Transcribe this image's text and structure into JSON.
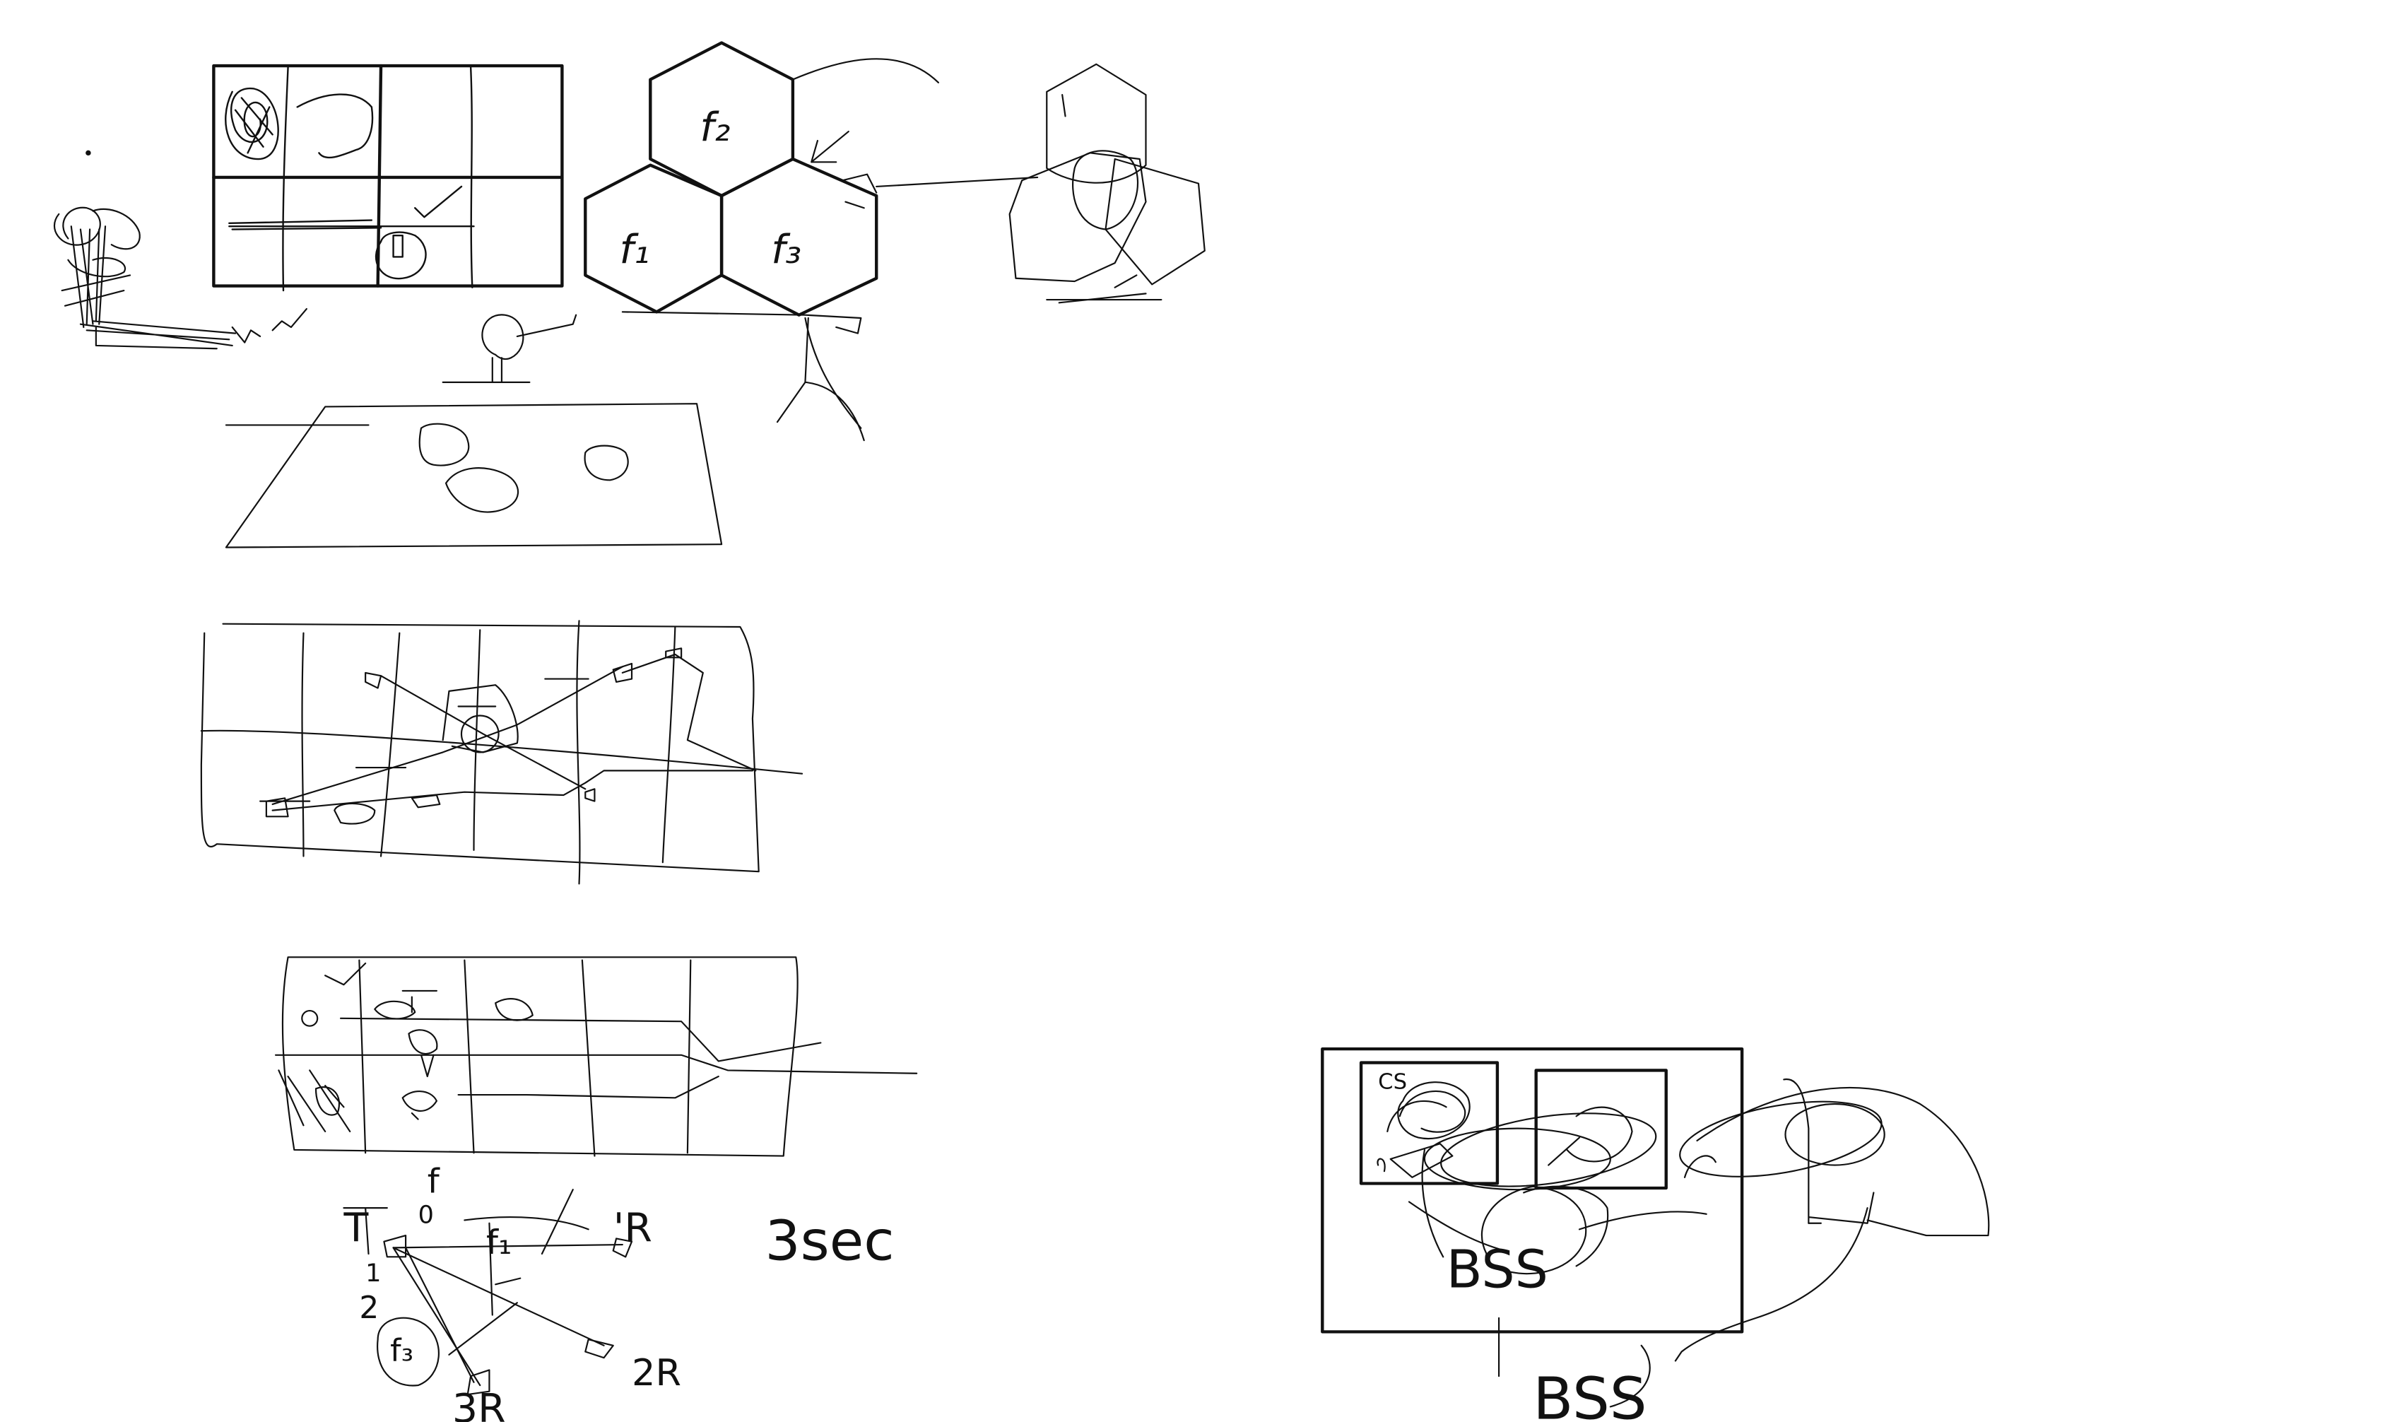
{
  "canvas": {
    "background": "#ffffff",
    "ink_color": "#111111"
  },
  "labels": {
    "hex_top": "f₂",
    "hex_left": "f₁",
    "hex_right": "f₃",
    "timing_f": "f",
    "timing_t": "T",
    "timing_0": "0",
    "timing_f1": "f₁",
    "timing_r_top": "'R",
    "timing_3sec": "3sec",
    "timing_1": "1",
    "timing_2": "2",
    "timing_f3": "f₃",
    "timing_r_right": "2R",
    "timing_r_bottom": "3R",
    "bss_top": "BSS",
    "bss_bottom": "BSS",
    "cs_label": "CS"
  }
}
